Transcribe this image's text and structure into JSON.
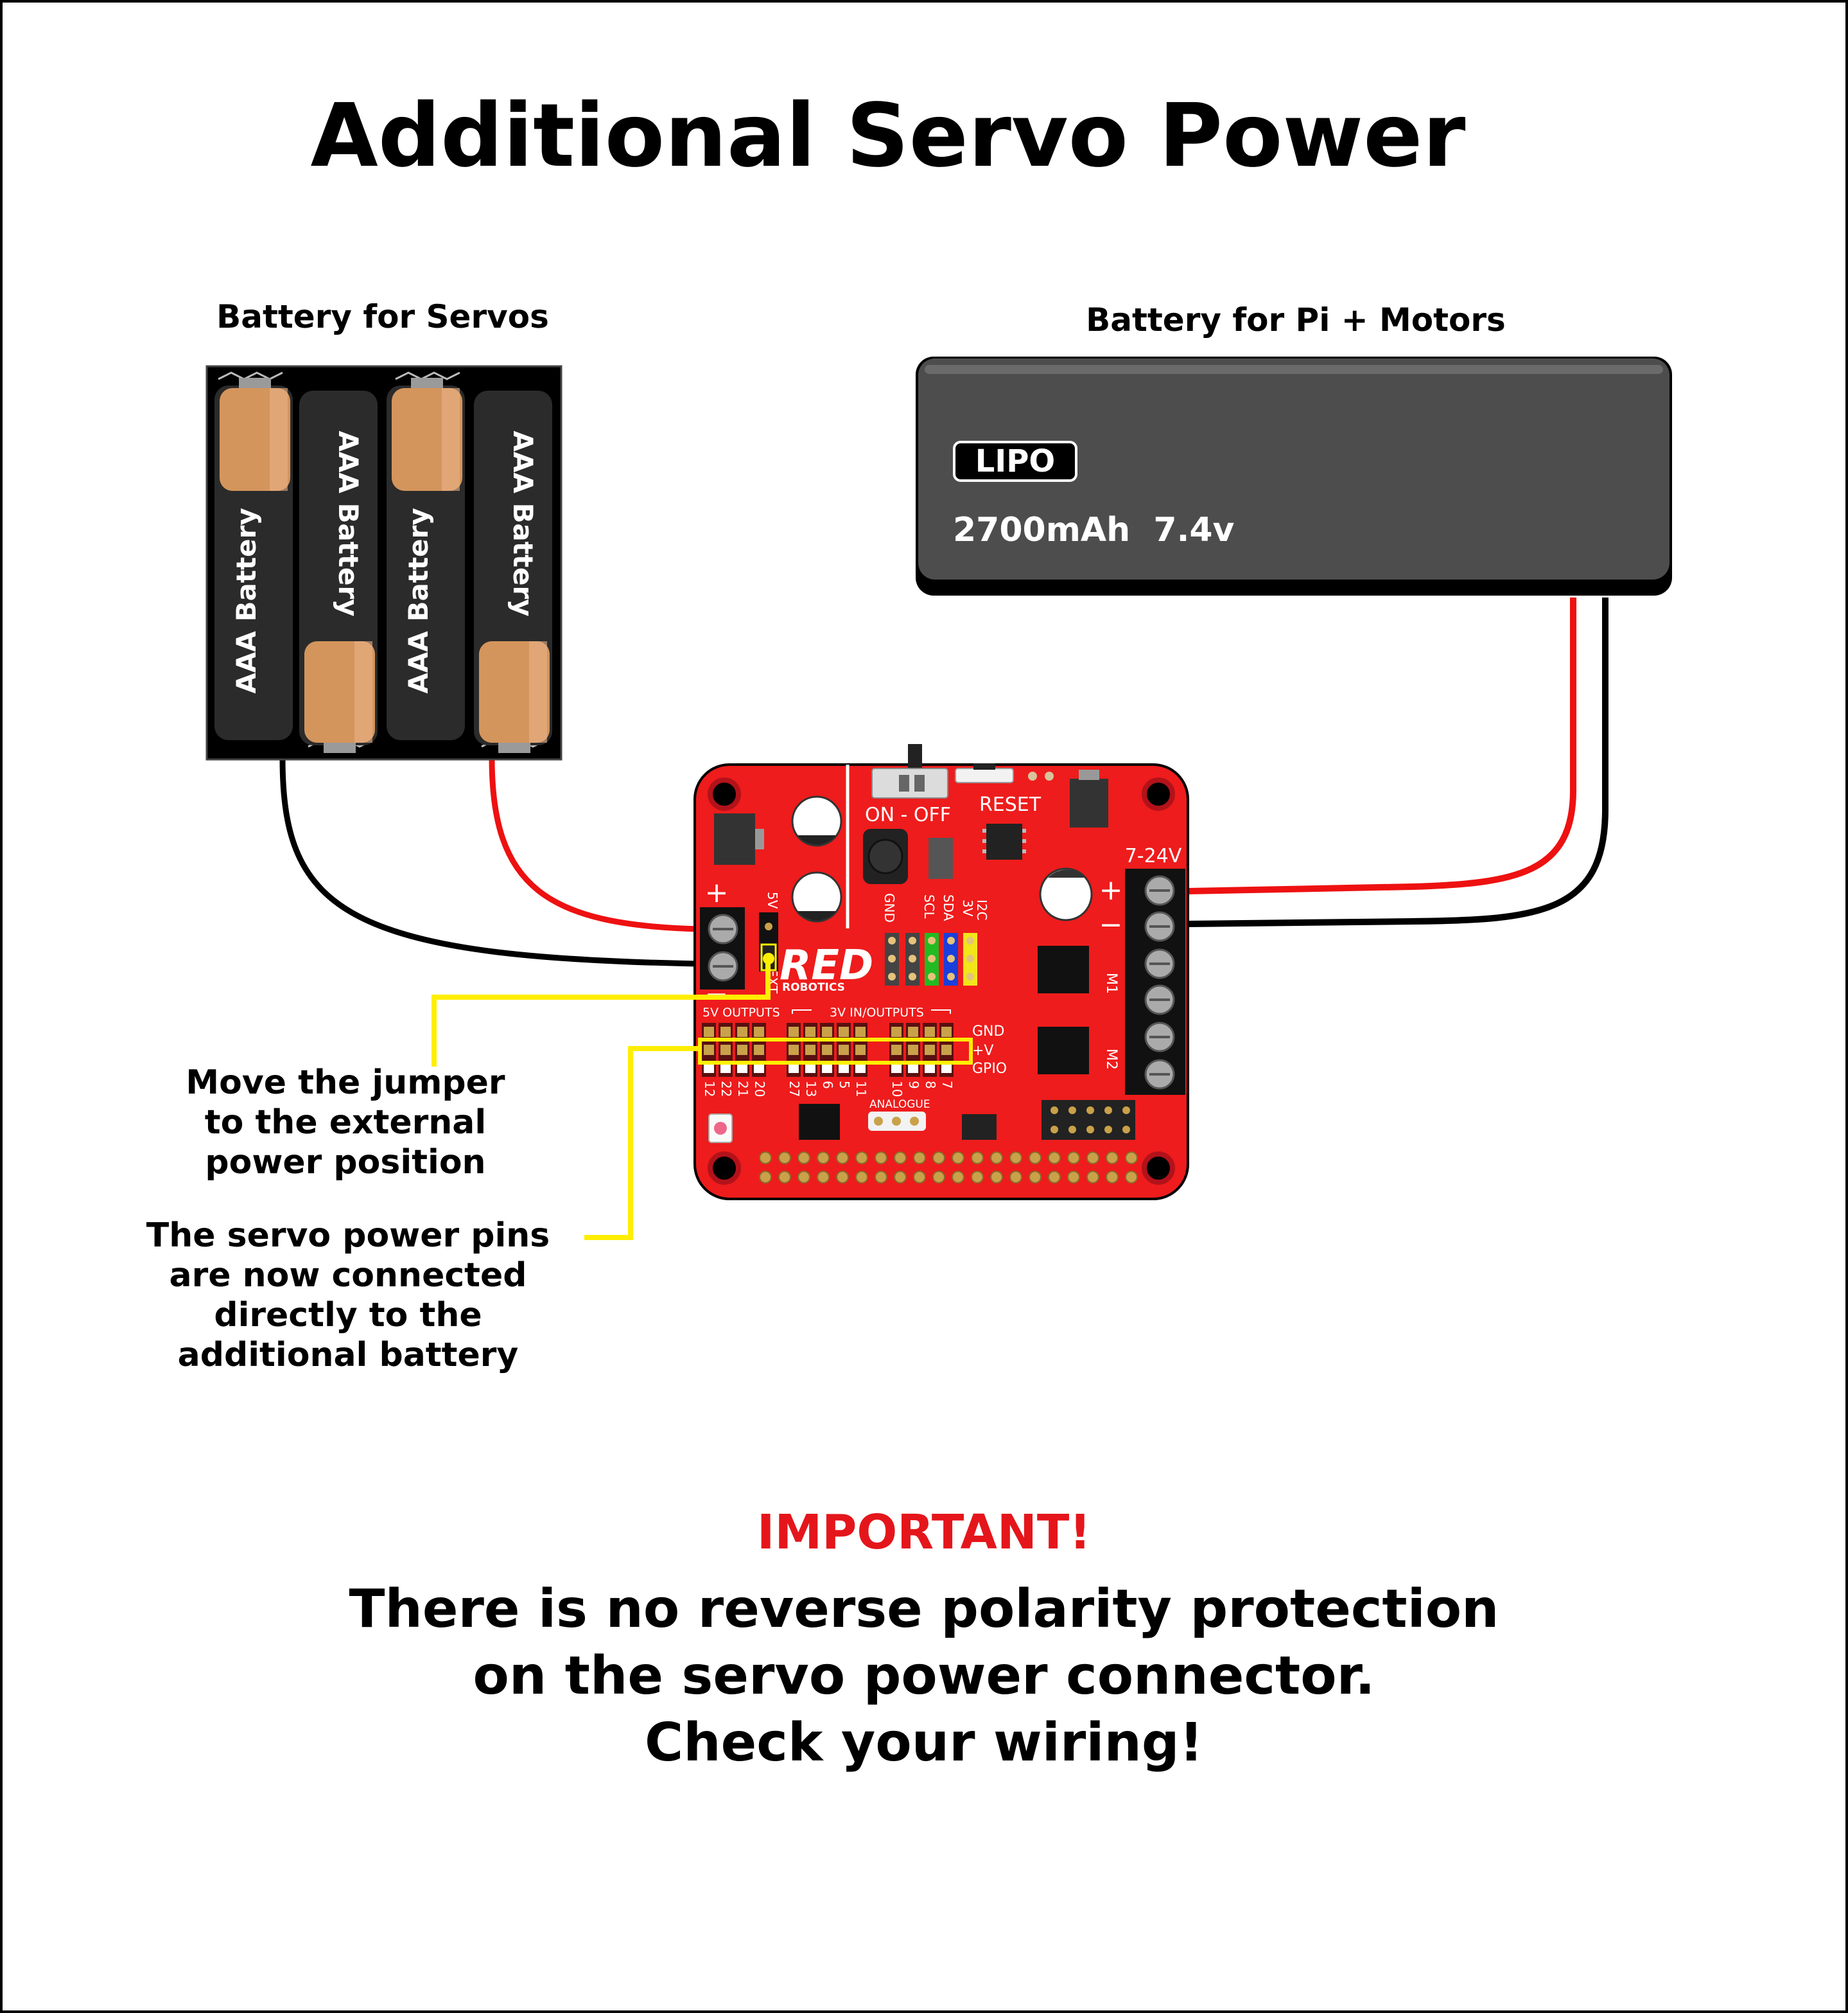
{
  "title": "Additional Servo Power",
  "servo_battery": {
    "label": "Battery for Servos",
    "cells": [
      "AAA Battery",
      "AAA Battery",
      "AAA Battery",
      "AAA Battery"
    ]
  },
  "lipo": {
    "label": "Battery for Pi + Motors",
    "badge": "LIPO",
    "spec": "2700mAh  7.4v"
  },
  "board": {
    "logo": "RED",
    "logo_sub": "ROBOTICS",
    "switch_label": "ON - OFF",
    "reset_label": "RESET",
    "power_label": "7-24V",
    "plus": "+",
    "minus": "−",
    "ext_plus": "+",
    "ext_minus": "−",
    "jumper_5v": "5V",
    "jumper_ext": "EXT",
    "m1": "M1",
    "m2": "M2",
    "i2c_labels": [
      "GND",
      "SCL",
      "SDA",
      "3V",
      "I2C"
    ],
    "header_5v_outputs": "5V OUTPUTS",
    "header_3v_io": "3V IN/OUTPUTS",
    "row_labels": [
      "GND",
      "+V",
      "GPIO"
    ],
    "pin_numbers": [
      "12",
      "22",
      "21",
      "20",
      "27",
      "13",
      "6",
      "5",
      "11",
      "10",
      "9",
      "8",
      "7"
    ],
    "analogue": "ANALOGUE"
  },
  "callouts": {
    "jumper": [
      "Move the jumper",
      "to the external",
      "power position"
    ],
    "pins": [
      "The servo power pins",
      "are now connected",
      "directly to the",
      "additional battery"
    ]
  },
  "warning": {
    "heading": "IMPORTANT!",
    "lines": [
      "There is no reverse polarity protection",
      "on the servo power connector.",
      "Check your wiring!"
    ]
  },
  "colors": {
    "board": "#ee1c1c",
    "wire_red": "#ee1111",
    "wire_black": "#000000",
    "callout": "#ffee00",
    "warning": "#e4161b",
    "battery_copper": "#d4955c",
    "lipo_body": "#4d4d4d"
  }
}
